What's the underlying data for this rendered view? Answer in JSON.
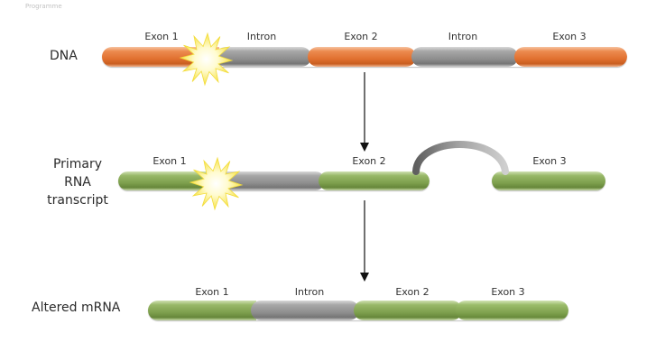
{
  "logo_text": [
    "Programme"
  ],
  "row_labels": {
    "dna": "DNA",
    "primary": [
      "Primary",
      "RNA",
      "transcript"
    ],
    "altered": "Altered mRNA"
  },
  "segment_labels": {
    "dna": [
      "Exon 1",
      "Intron",
      "Exon 2",
      "Intron",
      "Exon 3"
    ],
    "primary": [
      "Exon 1",
      "Exon 2",
      "Exon 3"
    ],
    "altered": [
      "Exon 1",
      "Intron",
      "Exon 2",
      "Exon 3"
    ]
  },
  "colors": {
    "exon_dna": "#e57a3a",
    "intron": "#8e8e8e",
    "exon_rna": "#7fa04e",
    "mutation_star": "#fff27a"
  }
}
